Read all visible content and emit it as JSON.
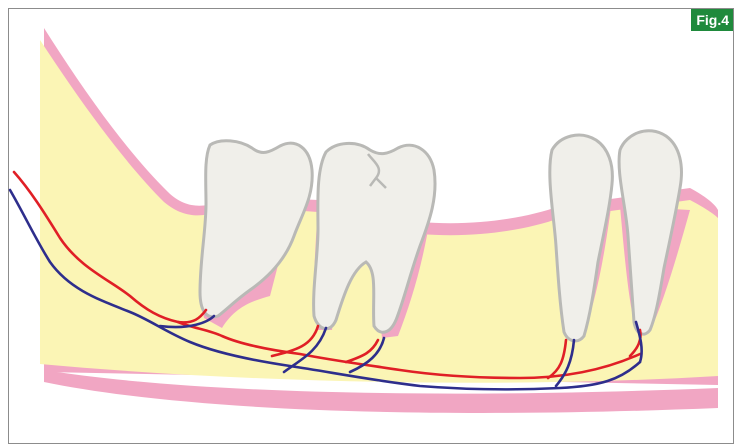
{
  "figure": {
    "label": "Fig.4"
  },
  "colors": {
    "bone": "#fbf5b5",
    "gum": "#f1a6c3",
    "tooth": "#f0efea",
    "tooth_outline": "#b9b9b6",
    "artery": "#e01f26",
    "vein": "#2e2e8c",
    "label_bg": "#1f8a3c"
  },
  "structures": {
    "teeth": [
      "molar",
      "molar",
      "premolar",
      "premolar"
    ],
    "vessels": [
      "artery",
      "vein"
    ]
  }
}
